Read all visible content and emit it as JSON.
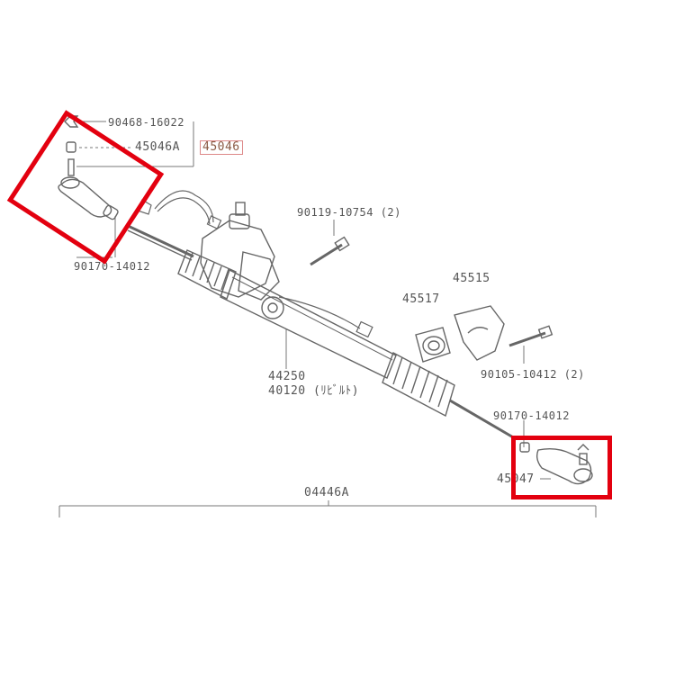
{
  "labels": {
    "clip_part": "90468-16022",
    "tie_rod_end_lh_a": "45046A",
    "tie_rod_end_lh": "45046",
    "nut_lh": "90170-14012",
    "bolt_upper": "90119-10754 (2)",
    "bracket": "45515",
    "bushing": "45517",
    "bolt_lower": "90105-10412 (2)",
    "gear_assy": "44250",
    "gear_rebuilt": "40120 (ﾘﾋﾞﾙﾄ)",
    "nut_rh": "90170-14012",
    "tie_rod_end_rh": "45047",
    "kit": "04446A"
  },
  "colors": {
    "line": "#666666",
    "highlight": "#e3000f"
  }
}
